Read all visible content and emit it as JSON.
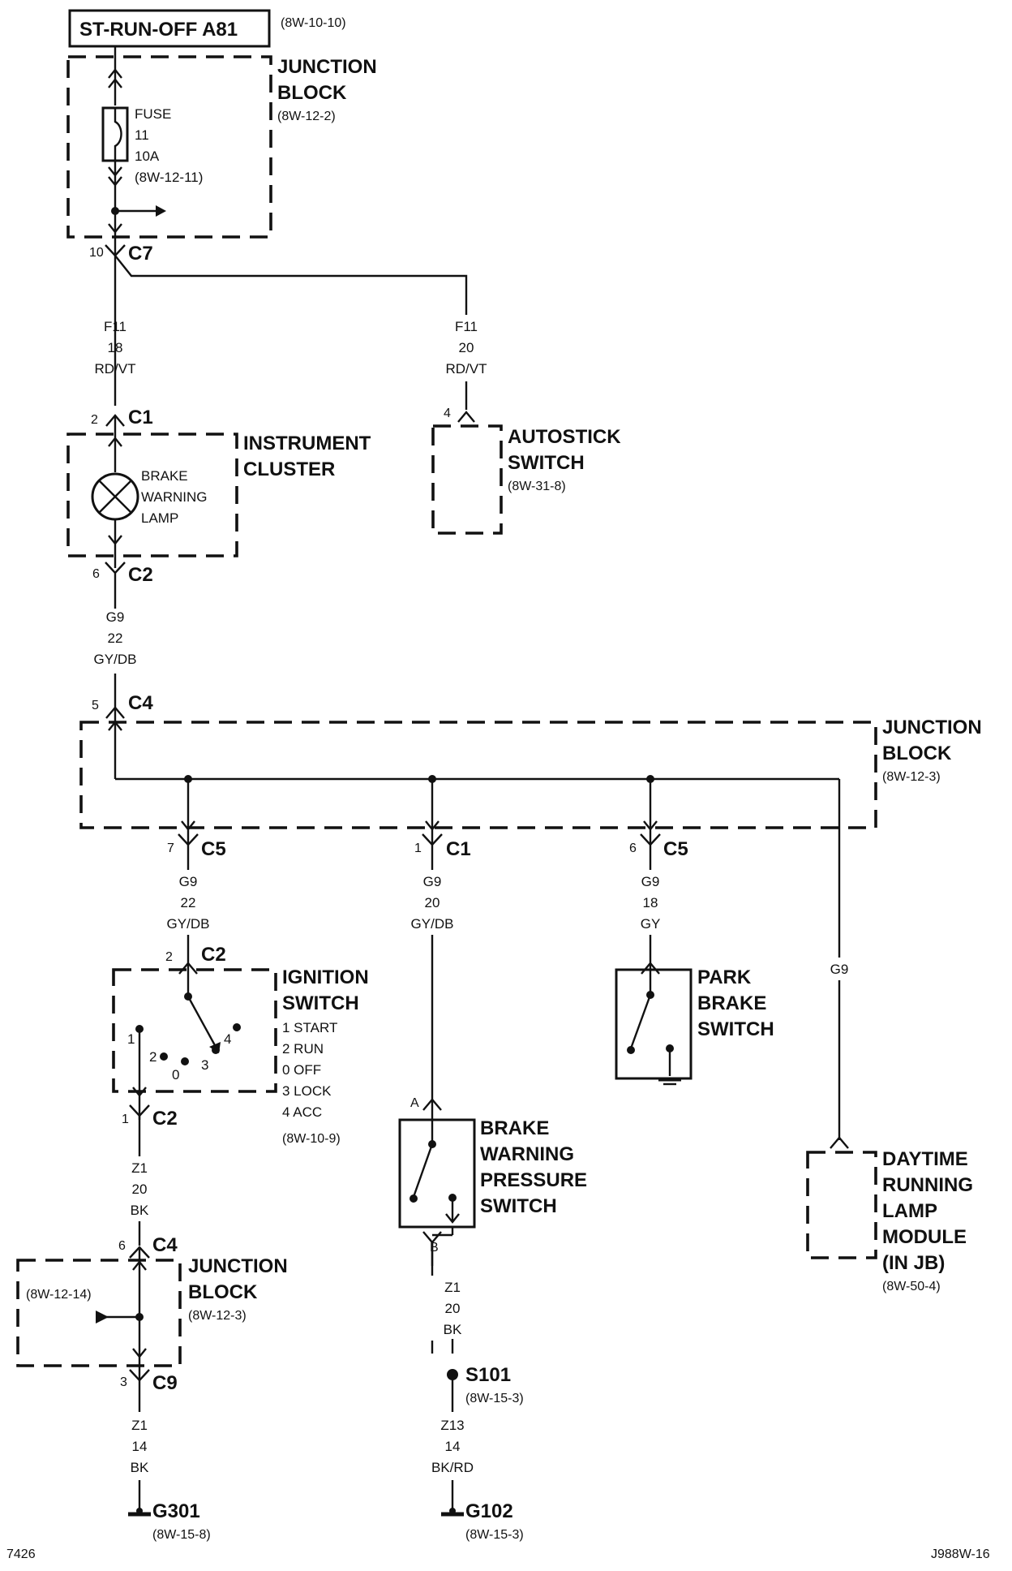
{
  "source": {
    "label": "ST-RUN-OFF A81",
    "ref": "(8W-10-10)"
  },
  "junction_block_top": {
    "title1": "JUNCTION",
    "title2": "BLOCK",
    "ref": "(8W-12-2)",
    "fuse": {
      "label": "FUSE",
      "number": "11",
      "rating": "10A",
      "ref": "(8W-12-11)"
    }
  },
  "c7": {
    "pin": "10",
    "name": "C7"
  },
  "wire_f11_cluster": {
    "circuit": "F11",
    "gauge": "18",
    "color": "RD/VT"
  },
  "wire_f11_autostick": {
    "circuit": "F11",
    "gauge": "20",
    "color": "RD/VT"
  },
  "cluster_c1": {
    "pin": "2",
    "name": "C1"
  },
  "instrument_cluster": {
    "title1": "INSTRUMENT",
    "title2": "CLUSTER",
    "lamp1": "BRAKE",
    "lamp2": "WARNING",
    "lamp3": "LAMP"
  },
  "autostick": {
    "pin": "4",
    "title1": "AUTOSTICK",
    "title2": "SWITCH",
    "ref": "(8W-31-8)"
  },
  "cluster_c2": {
    "pin": "6",
    "name": "C2"
  },
  "wire_g9_22": {
    "circuit": "G9",
    "gauge": "22",
    "color": "GY/DB"
  },
  "jb_mid_c4": {
    "pin": "5",
    "name": "C4"
  },
  "junction_block_mid": {
    "title1": "JUNCTION",
    "title2": "BLOCK",
    "ref": "(8W-12-3)"
  },
  "c5_left": {
    "pin": "7",
    "name": "C5"
  },
  "c1_mid": {
    "pin": "1",
    "name": "C1"
  },
  "c5_right": {
    "pin": "6",
    "name": "C5"
  },
  "wire_g9_ign": {
    "circuit": "G9",
    "gauge": "22",
    "color": "GY/DB"
  },
  "wire_g9_bwps": {
    "circuit": "G9",
    "gauge": "20",
    "color": "GY/DB"
  },
  "wire_g9_park": {
    "circuit": "G9",
    "gauge": "18",
    "color": "GY"
  },
  "wire_g9_drl": {
    "circuit": "G9"
  },
  "ignition": {
    "pin_in": "2",
    "conn_in": "C2",
    "title1": "IGNITION",
    "title2": "SWITCH",
    "positions": [
      "1 START",
      "2 RUN",
      "0 OFF",
      "3 LOCK",
      "4 ACC"
    ],
    "ref": "(8W-10-9)",
    "pos_labels": {
      "p1": "1",
      "p2": "2",
      "p0": "0",
      "p3": "3",
      "p4": "4"
    },
    "pin_out": "1",
    "conn_out": "C2"
  },
  "park_brake": {
    "title1": "PARK",
    "title2": "BRAKE",
    "title3": "SWITCH"
  },
  "bwps": {
    "pin_a": "A",
    "pin_b": "B",
    "title1": "BRAKE",
    "title2": "WARNING",
    "title3": "PRESSURE",
    "title4": "SWITCH"
  },
  "drl": {
    "title1": "DAYTIME",
    "title2": "RUNNING",
    "title3": "LAMP",
    "title4": "MODULE",
    "title5": "(IN JB)",
    "ref": "(8W-50-4)"
  },
  "wire_z1_20_left": {
    "circuit": "Z1",
    "gauge": "20",
    "color": "BK"
  },
  "jb_low_c4": {
    "pin": "6",
    "name": "C4"
  },
  "junction_block_low": {
    "title1": "JUNCTION",
    "title2": "BLOCK",
    "ref": "(8W-12-3)",
    "ref_left": "(8W-12-14)"
  },
  "c9": {
    "pin": "3",
    "name": "C9"
  },
  "wire_z1_14": {
    "circuit": "Z1",
    "gauge": "14",
    "color": "BK"
  },
  "g301": {
    "name": "G301",
    "ref": "(8W-15-8)"
  },
  "wire_z1_20_mid": {
    "circuit": "Z1",
    "gauge": "20",
    "color": "BK"
  },
  "s101": {
    "name": "S101",
    "ref": "(8W-15-3)"
  },
  "wire_z13": {
    "circuit": "Z13",
    "gauge": "14",
    "color": "BK/RD"
  },
  "g102": {
    "name": "G102",
    "ref": "(8W-15-3)"
  },
  "footer": {
    "left": "7426",
    "right": "J988W-16"
  }
}
